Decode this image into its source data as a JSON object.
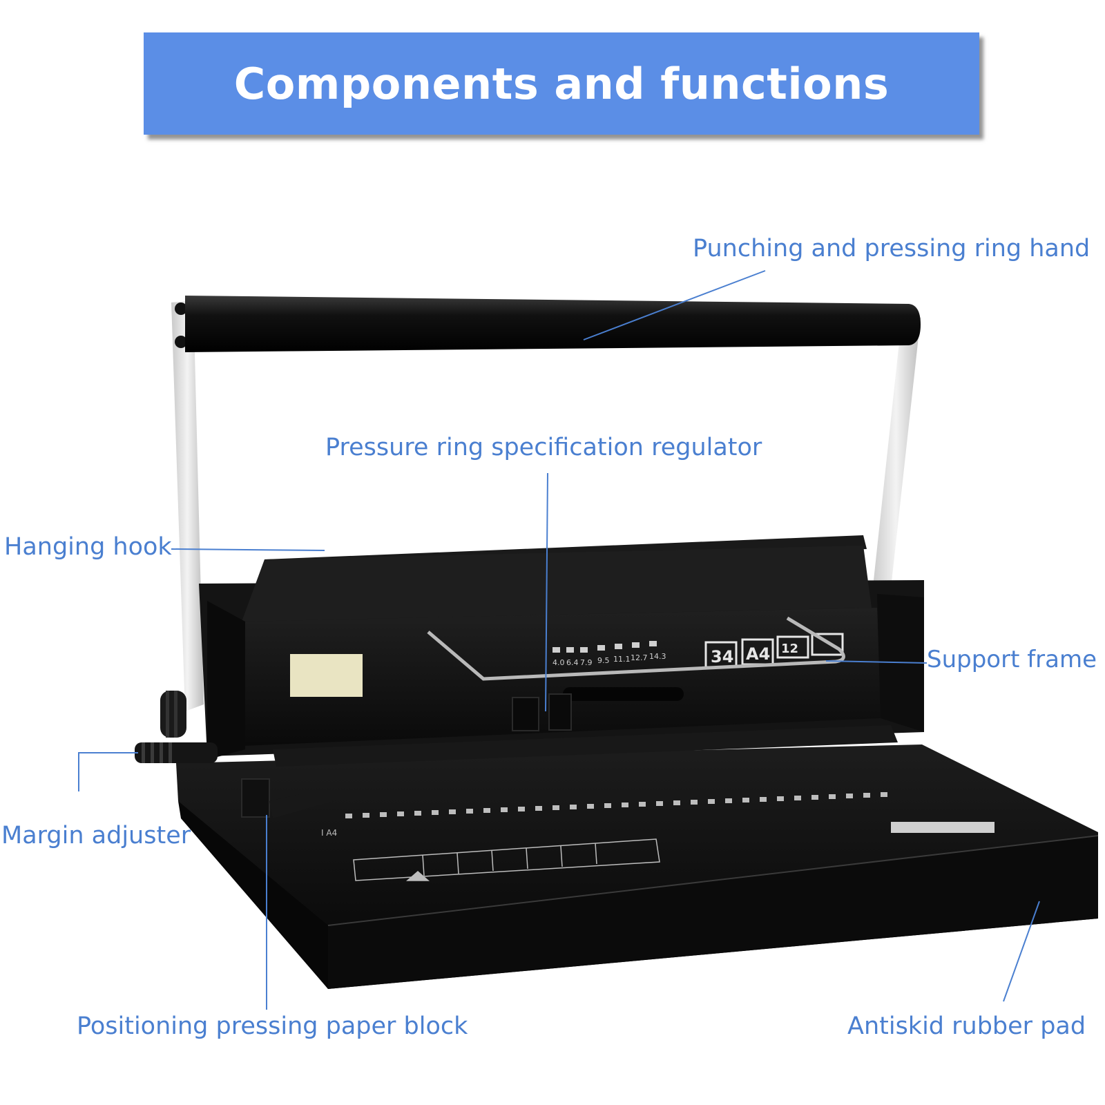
{
  "title": "Components and functions",
  "colors": {
    "banner": "#5b8ee6",
    "label_text": "#4a7fd0",
    "leader_line": "#4a7fd0",
    "machine_body": "#111111",
    "handle_arm": "#e6e6e6"
  },
  "labels": {
    "punching_handle": "Punching and pressing ring hand",
    "pressure_regulator": "Pressure ring specification regulator",
    "hanging_hook": "Hanging hook",
    "support_frame": "Support frame",
    "margin_adjuster": "Margin adjuster",
    "positioning_block": "Positioning pressing paper block",
    "antiskid_pad": "Antiskid rubber pad"
  },
  "machine_markings": {
    "size_scale": [
      "4.0",
      "6.4",
      "7.9",
      "9.5",
      "11.1",
      "12.7",
      "14.3"
    ],
    "badge_34": "34",
    "badge_a4": "A4",
    "badge_12": "12",
    "base_mark": "I A4"
  }
}
